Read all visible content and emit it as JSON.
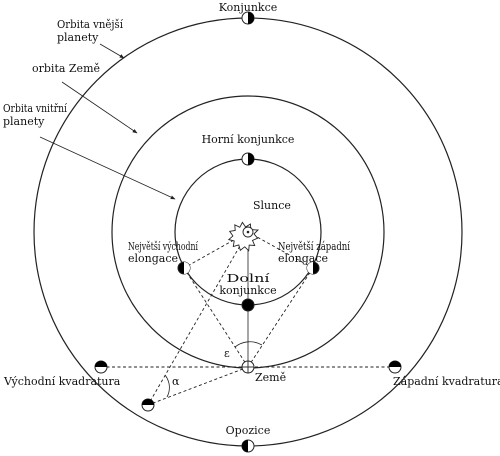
{
  "labels": {
    "outer_orbit": "Orbita vnější planety",
    "earth_orbit": "orbita Země",
    "inner_orbit": "Orbita vnitřní planety",
    "conjunction": "Konjunkce",
    "superior_conjunction": "Horní konjunkce",
    "sun": "Slunce",
    "greatest_eastern_elongation": "Největší východní elongace",
    "greatest_western_elongation": "Největší západní elongace",
    "inferior_conjunction": "Dolní konjunkce",
    "epsilon": "ε",
    "earth": "Země",
    "eastern_quadrature": "Východní kvadratura",
    "western_quadrature": "Západní kvadratura",
    "alpha": "α",
    "opposition": "Opozice"
  },
  "colors": {
    "line": "#222222",
    "planet_dark": "#000000",
    "planet_light": "#ffffff",
    "background": "#ffffff"
  }
}
